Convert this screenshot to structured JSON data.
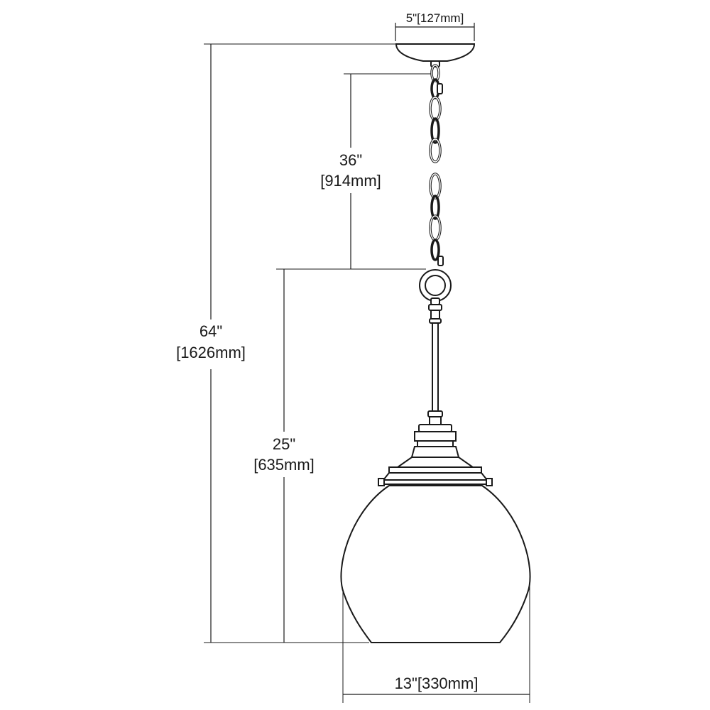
{
  "dimensions": {
    "canopy_width": {
      "label": "5\"[127mm]"
    },
    "chain_length": {
      "imperial": "36\"",
      "metric": "[914mm]"
    },
    "overall_height": {
      "imperial": "64\"",
      "metric": "[1626mm]"
    },
    "fixture_height": {
      "imperial": "25\"",
      "metric": "[635mm]"
    },
    "globe_width": {
      "label": "13\"[330mm]"
    }
  },
  "colors": {
    "line": "#1a1a1a",
    "background": "#ffffff"
  }
}
